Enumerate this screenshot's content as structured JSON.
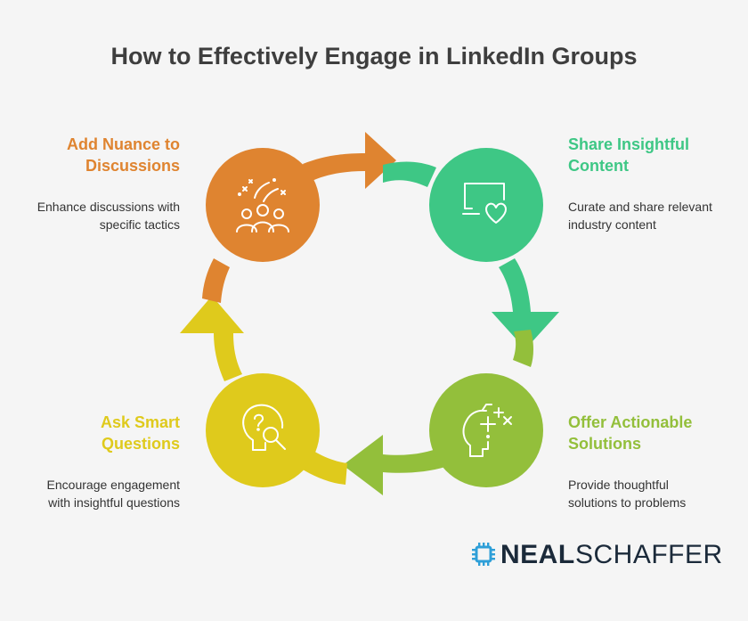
{
  "title": "How to Effectively Engage in LinkedIn Groups",
  "colors": {
    "orange": "#df8430",
    "green": "#3ec785",
    "lime": "#93bf3b",
    "yellow": "#dfca1c",
    "text": "#3e3e3e",
    "brand": "#1b2a3a",
    "brand_accent": "#2e9fd8"
  },
  "steps": [
    {
      "id": "nuance",
      "title_lines": [
        "Add Nuance to",
        "Discussions"
      ],
      "desc_lines": [
        "Enhance discussions with",
        "specific tactics"
      ],
      "icon": "team-celebration-icon",
      "color": "#df8430"
    },
    {
      "id": "share",
      "title_lines": [
        "Share Insightful",
        "Content"
      ],
      "desc_lines": [
        "Curate and share relevant",
        "industry content"
      ],
      "icon": "device-heart-icon",
      "color": "#3ec785"
    },
    {
      "id": "solutions",
      "title_lines": [
        "Offer Actionable",
        "Solutions"
      ],
      "desc_lines": [
        "Provide thoughtful",
        "solutions to problems"
      ],
      "icon": "head-math-icon",
      "color": "#93bf3b"
    },
    {
      "id": "questions",
      "title_lines": [
        "Ask Smart",
        "Questions"
      ],
      "desc_lines": [
        "Encourage engagement",
        "with insightful questions"
      ],
      "icon": "head-question-magnifier-icon",
      "color": "#dfca1c"
    }
  ],
  "logo": {
    "name_bold": "NEAL",
    "name_light": "SCHAFFER",
    "icon": "chip-logo-icon"
  }
}
